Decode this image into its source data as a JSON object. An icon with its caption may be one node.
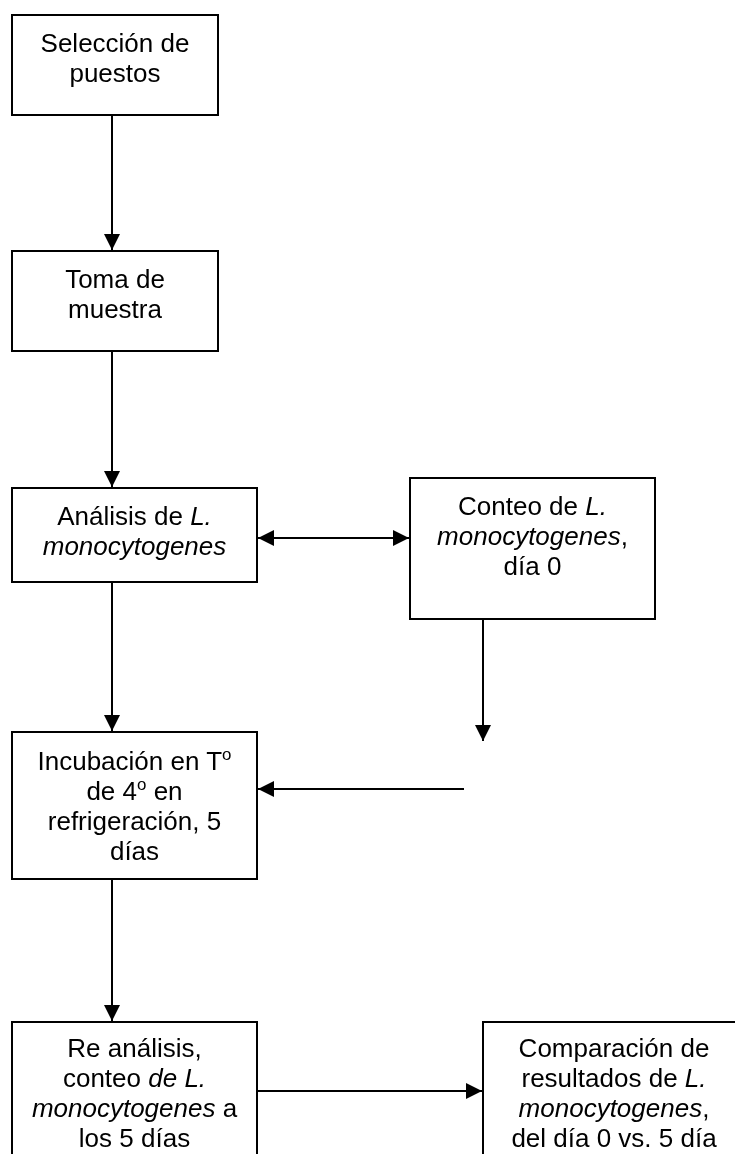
{
  "diagram": {
    "nodes": [
      {
        "text": [
          "Selección de puestos"
        ]
      },
      {
        "text": [
          "Toma de muestra"
        ]
      },
      {
        "text": [
          "Análisis de *L. monocytogenes*"
        ]
      },
      {
        "text": [
          "Conteo de *L. monocytogenes*, día 0"
        ]
      },
      {
        "text": [
          "Incubación en T$^{o}$ de 4$^{o}$ en refrigeración, 5 días"
        ]
      },
      {
        "text": [
          "Re análisis, conteo *de L. monocytogenes* a los 5 días"
        ]
      },
      {
        "text": [
          "Comparación de resultados de *L. monocytogenes*, del día 0 vs. 5 día"
        ]
      }
    ],
    "edges": [
      {
        "from": 0,
        "to": 1,
        "arrow": "to"
      },
      {
        "from": 1,
        "to": 2,
        "arrow": "to"
      },
      {
        "from": 2,
        "to": 3,
        "arrow": "both"
      },
      {
        "from": 2,
        "to": 4,
        "arrow": "to"
      },
      {
        "from": 3,
        "to": null,
        "arrow": "to"
      },
      {
        "from": null,
        "to": 4,
        "arrow": "to"
      },
      {
        "from": 4,
        "to": 5,
        "arrow": "to"
      },
      {
        "from": 5,
        "to": 6,
        "arrow": "to"
      }
    ]
  }
}
